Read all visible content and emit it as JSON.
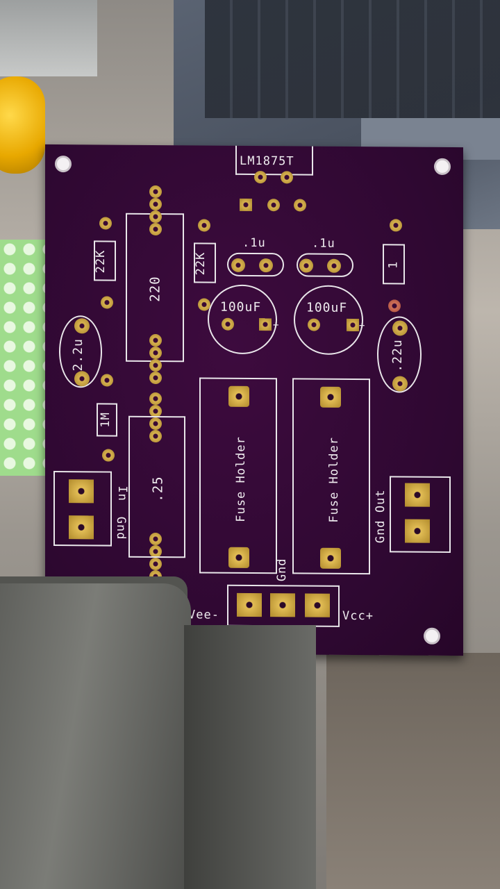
{
  "board": {
    "ic_label": "LM1875T",
    "resistors": {
      "r_22k_left": "22K",
      "r_22k_right": "22K",
      "r_220": "220",
      "r_1m": "1M",
      "r_025": ".25",
      "r_1": "1"
    },
    "capacitors": {
      "c_1u_left": ".1u",
      "c_1u_right": ".1u",
      "c_100uf_left": "100uF",
      "c_100uf_right": "100uF",
      "c_22u": "2.2u",
      "c_022u": ".22u",
      "plus": "+"
    },
    "fuses": {
      "fuse_left": "Fuse Holder",
      "fuse_right": "Fuse Holder"
    },
    "connectors": {
      "in_label": "In",
      "gnd_in_label": "Gnd",
      "out_label": "Out",
      "gnd_out_label": "Gnd",
      "gnd_supply_label": "Gnd",
      "vee_label": "Vee-",
      "vcc_label": "Vcc+"
    }
  },
  "colors": {
    "board": "#2e0831",
    "silkscreen": "#e9e6ea",
    "pad_gold": "#d8b24f"
  }
}
